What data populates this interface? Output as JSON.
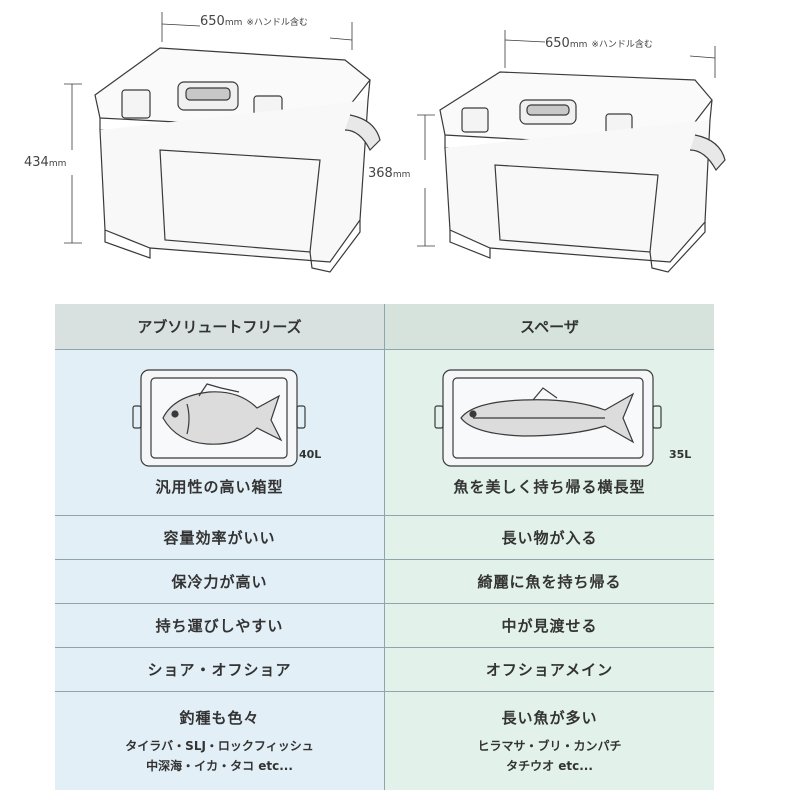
{
  "dimensions": {
    "left": {
      "width": "650",
      "width_unit": "mm",
      "note": "※ハンドル含む",
      "height": "434",
      "height_unit": "mm"
    },
    "right": {
      "width": "650",
      "width_unit": "mm",
      "note": "※ハンドル含む",
      "height": "368",
      "height_unit": "mm"
    }
  },
  "table": {
    "headers": [
      "アブソリュートフリーズ",
      "スペーザ"
    ],
    "capacity": [
      "40L",
      "35L"
    ],
    "features": [
      "汎用性の高い箱型",
      "魚を美しく持ち帰る横長型"
    ],
    "rows": [
      [
        "容量効率がいい",
        "長い物が入る"
      ],
      [
        "保冷力が高い",
        "綺麗に魚を持ち帰る"
      ],
      [
        "持ち運びしやすい",
        "中が見渡せる"
      ],
      [
        "ショア・オフショア",
        "オフショアメイン"
      ]
    ],
    "last_row": {
      "left_main": "釣種も色々",
      "left_sub": [
        "タイラバ・SLJ・ロックフィッシュ",
        "中深海・イカ・タコ etc..."
      ],
      "right_main": "長い魚が多い",
      "right_sub": [
        "ヒラマサ・ブリ・カンパチ",
        "タチウオ etc..."
      ]
    }
  },
  "colors": {
    "left_column": "#e2eff7",
    "right_column": "#e2f2ea",
    "left_header": "#d9e0e0",
    "right_header": "#d6e3dc",
    "border": "#8fa5a9",
    "line_art": "#3a3a3a"
  }
}
